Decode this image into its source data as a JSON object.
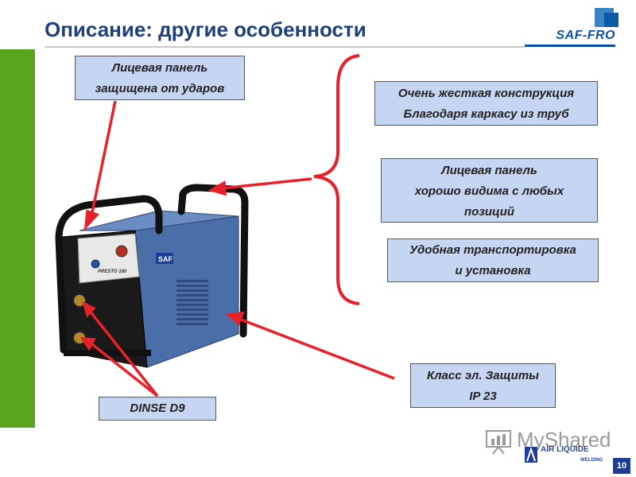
{
  "header": {
    "title": "Описание: другие особенности",
    "logo_text": "SAF-FRO"
  },
  "callouts": {
    "front_panel_protected": [
      "Лицевая панель",
      "защищена от ударов"
    ],
    "rigid_construction": [
      "Очень жесткая конструкция",
      "Благодаря каркасу из труб"
    ],
    "front_panel_visible": [
      "Лицевая панель",
      "хорошо видима с любых",
      "позиций"
    ],
    "transport": [
      "Удобная транспортировка",
      "и установка"
    ],
    "protection_class": [
      "Класс эл. Защиты",
      "IP 23"
    ],
    "connectors": "DINSE D9"
  },
  "machine": {
    "brand_badge": "SAF",
    "model_label": "PRESTO 160"
  },
  "footer": {
    "watermark": "MyShared",
    "air_liquide": "AIR LIQUIDE",
    "welding": "WELDING",
    "page_number": "10"
  },
  "colors": {
    "accent_green": "#5aa51e",
    "title_blue": "#1f3f7a",
    "box_fill": "#c6d5f2",
    "arrow_red": "#e8202a",
    "machine_blue": "#4a6fa8"
  }
}
